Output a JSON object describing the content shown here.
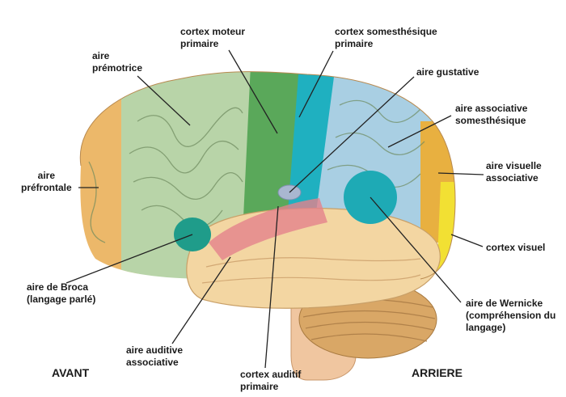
{
  "labels": {
    "premotor": [
      "aire",
      "prémotrice"
    ],
    "motor": [
      "cortex moteur",
      "primaire"
    ],
    "somesthetic": [
      "cortex somesthésique",
      "primaire"
    ],
    "gustatory": [
      "aire gustative"
    ],
    "assoc_somesthetic": [
      "aire associative",
      "somesthésique"
    ],
    "prefrontal": [
      "aire",
      "préfrontale"
    ],
    "visual_assoc": [
      "aire visuelle",
      "associative"
    ],
    "visual": [
      "cortex visuel"
    ],
    "broca": [
      "aire de Broca",
      "(langage parlé)"
    ],
    "wernicke": [
      "aire de Wernicke",
      "(compréhension du",
      "langage)"
    ],
    "auditory_assoc": [
      "aire auditive",
      "associative"
    ],
    "auditory": [
      "cortex auditif",
      "primaire"
    ]
  },
  "orientation": {
    "front": "AVANT",
    "back": "ARRIERE"
  },
  "colors": {
    "prefrontal": "#ecb86a",
    "premotor": "#b8d4a8",
    "motor": "#5aa85a",
    "somesthetic": "#1fb0c0",
    "assoc_somesthetic": "#a9cfe3",
    "visual_assoc": "#e8b040",
    "visual": "#f2e033",
    "temporal": "#f3d6a2",
    "cerebellum": "#d9a766",
    "auditory": "#e4828c",
    "broca": "#1f9c8a",
    "wernicke": "#1eaab5",
    "gustatory": "#a9b7d0"
  }
}
